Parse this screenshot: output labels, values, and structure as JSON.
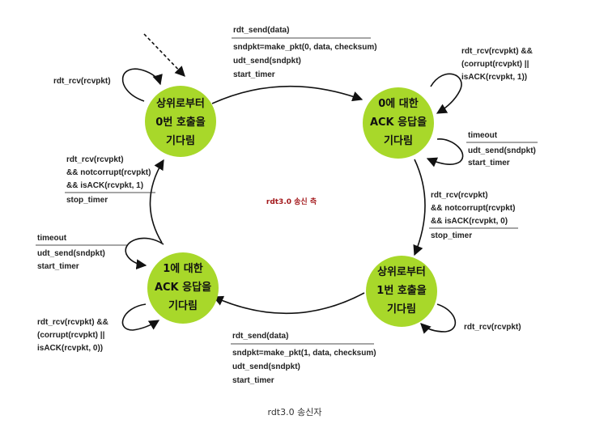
{
  "colors": {
    "state_fill": "#a8d82a",
    "center_text": "#a3191c",
    "line": "#111111"
  },
  "states": {
    "s0": [
      "상위로부터",
      "0번 호출을",
      "기다림"
    ],
    "s1": [
      "0에 대한",
      "ACK 응답을",
      "기다림"
    ],
    "s2": [
      "상위로부터",
      "1번 호출을",
      "기다림"
    ],
    "s3": [
      "1에 대한",
      "ACK 응답을",
      "기다림"
    ]
  },
  "center_label": "rdt3.0 송신 측",
  "caption": "rdt3.0 송신자",
  "transitions": {
    "t_top": {
      "event": [
        "rdt_send(data)"
      ],
      "action": [
        "sndpkt=make_pkt(0, data, checksum)",
        "udt_send(sndpkt)",
        "start_timer"
      ]
    },
    "t_s0_self": {
      "event": [
        "rdt_rcv(rcvpkt)"
      ]
    },
    "t_s1_self_corrupt": {
      "event": [
        "rdt_rcv(rcvpkt) &&",
        "(corrupt(rcvpkt) ||",
        "isACK(rcvpkt, 1))"
      ]
    },
    "t_s1_self_timeout": {
      "event": [
        "timeout"
      ],
      "action": [
        "udt_send(sndpkt)",
        "start_timer"
      ]
    },
    "t_right": {
      "event": [
        "rdt_rcv(rcvpkt)",
        "&& notcorrupt(rcvpkt)",
        "&& isACK(rcvpkt, 0)"
      ],
      "action": [
        "stop_timer"
      ]
    },
    "t_s2_self": {
      "event": [
        "rdt_rcv(rcvpkt)"
      ]
    },
    "t_bottom": {
      "event": [
        "rdt_send(data)"
      ],
      "action": [
        "sndpkt=make_pkt(1, data, checksum)",
        "udt_send(sndpkt)",
        "start_timer"
      ]
    },
    "t_s3_self_timeout": {
      "event": [
        "timeout"
      ],
      "action": [
        "udt_send(sndpkt)",
        "start_timer"
      ]
    },
    "t_s3_self_corrupt": {
      "event": [
        "rdt_rcv(rcvpkt) &&",
        "(corrupt(rcvpkt) ||",
        " isACK(rcvpkt, 0))"
      ]
    },
    "t_left": {
      "event": [
        "rdt_rcv(rcvpkt)",
        "&& notcorrupt(rcvpkt)",
        "&& isACK(rcvpkt, 1)"
      ],
      "action": [
        "stop_timer"
      ]
    }
  }
}
